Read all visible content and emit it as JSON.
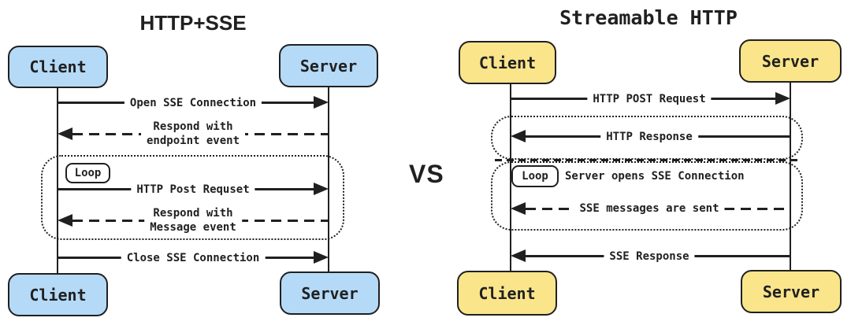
{
  "vs": "VS",
  "colors": {
    "left_actor_fill": "#b5daf8",
    "right_actor_fill": "#fae58b",
    "stroke": "#202020",
    "background": "#ffffff"
  },
  "left": {
    "title": "HTTP+SSE",
    "client": "Client",
    "server": "Server",
    "loop_label": "Loop",
    "messages": [
      {
        "label": "Open SSE Connection",
        "from": "client",
        "to": "server",
        "style": "solid"
      },
      {
        "lines": [
          "Respond with",
          "endpoint event"
        ],
        "from": "server",
        "to": "client",
        "style": "dashed"
      },
      {
        "label": "HTTP Post Requset",
        "from": "client",
        "to": "server",
        "style": "solid",
        "in_loop": true
      },
      {
        "lines": [
          "Respond with",
          "Message event"
        ],
        "from": "server",
        "to": "client",
        "style": "dashed",
        "in_loop": true
      },
      {
        "label": "Close SSE Connection",
        "from": "client",
        "to": "server",
        "style": "solid"
      }
    ]
  },
  "right": {
    "title": "Streamable HTTP",
    "client": "Client",
    "server": "Server",
    "loop_label": "Loop",
    "loop_note": "Server opens SSE Connection",
    "messages": [
      {
        "label": "HTTP POST Request",
        "from": "client",
        "to": "server",
        "style": "solid"
      },
      {
        "label": "HTTP Response",
        "from": "server",
        "to": "client",
        "style": "solid"
      },
      {
        "label": "SSE messages are sent",
        "from": "server",
        "to": "client",
        "style": "dashed",
        "in_loop": true
      },
      {
        "label": "SSE Response",
        "from": "server",
        "to": "client",
        "style": "solid"
      }
    ]
  }
}
